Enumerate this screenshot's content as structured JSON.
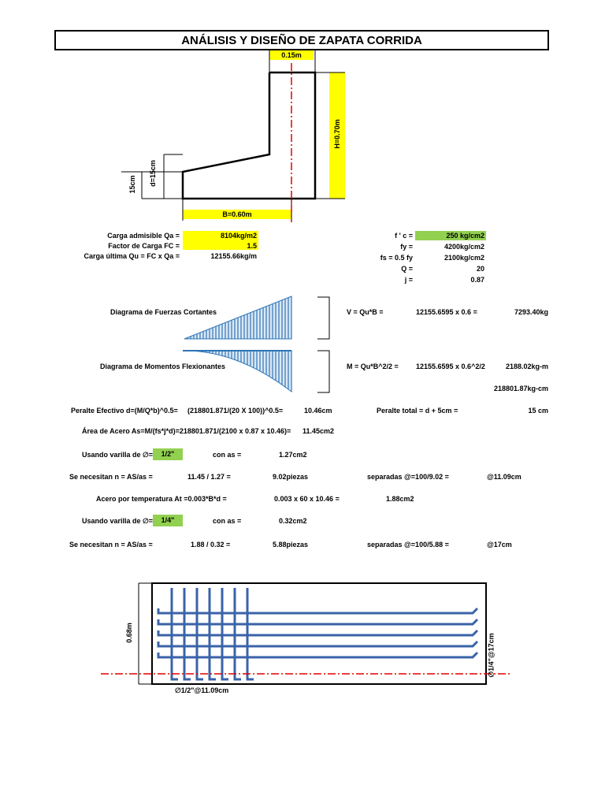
{
  "title": "ANÁLISIS Y DISEÑO DE ZAPATA CORRIDA",
  "section_view": {
    "wall_width": "0.15m",
    "height": "H=0.70m",
    "d_label": "d=15cm",
    "left_height": "15cm",
    "base": "B=0.60m"
  },
  "inputs_left": [
    {
      "label": "Carga admisible  Qa =",
      "value": "8104kg/m2"
    },
    {
      "label": "Factor de Carga FC =",
      "value": "1.5"
    },
    {
      "label": "Carga última Qu = FC x Qa =",
      "value": "12155.66kg/m"
    }
  ],
  "inputs_right": [
    {
      "label": "f ' c =",
      "value": "250 kg/cm2"
    },
    {
      "label": "fy =",
      "value": "4200kg/cm2"
    },
    {
      "label": "fs = 0.5 fy",
      "value": "2100kg/cm2"
    },
    {
      "label": "Q =",
      "value": "20"
    },
    {
      "label": "j =",
      "value": "0.87"
    }
  ],
  "shear": {
    "caption": "Diagrama de Fuerzas Cortantes",
    "formula": "V = Qu*B =",
    "expr": "12155.6595 x 0.6 =",
    "result": "7293.40kg"
  },
  "moment": {
    "caption": "Diagrama de Momentos Flexionantes",
    "formula": "M = Qu*B^2/2 =",
    "expr": "12155.6595 x 0.6^2/2",
    "result": "2188.02kg-m",
    "result2": "218801.87kg-cm"
  },
  "peralte": {
    "label": "Peralte Efectivo d=(M/Q*b)^0.5=",
    "expr": "(218801.871/(20 X 100))^0.5=",
    "value": "10.46cm",
    "total_label": "Peralte total = d + 5cm =",
    "total_value": "15 cm"
  },
  "area_acero": {
    "label": "Área de Acero As=M/(fs*j*d)=218801.871/(2100 x 0.87 x 10.46)=",
    "value": "11.45cm2"
  },
  "varilla1": {
    "label": "Usando varilla de ∅=",
    "size": "1/2\"",
    "area_label": "con as =",
    "area": "1.27cm2"
  },
  "necesitan1": {
    "label": "Se necesitan  n = AS/as =",
    "expr": "11.45 / 1.27 =",
    "value": "9.02piezas",
    "sep_label": "separadas @=100/9.02 =",
    "sep": "@11.09cm"
  },
  "temperatura": {
    "label": "Acero por temperatura At =0.003*B*d =",
    "expr": "0.003 x 60 x 10.46 =",
    "value": "1.88cm2"
  },
  "varilla2": {
    "label": "Usando varilla de ∅=",
    "size": "1/4\"",
    "area_label": "con as =",
    "area": "0.32cm2"
  },
  "necesitan2": {
    "label": "Se necesitan  n = AS/as =",
    "expr": "1.88 / 0.32 =",
    "value": "5.88piezas",
    "sep_label": "separadas @=100/5.88 =",
    "sep": "@17cm"
  },
  "rebar_drawing": {
    "height_label": "0.68m",
    "bottom_label": "∅1/2\"@11.09cm",
    "side_label": "∅1/4\"@17cm"
  },
  "colors": {
    "highlight_yellow": "#ffff00",
    "highlight_green": "#92d050",
    "axis_red": "#e00000",
    "diagram_blue": "#2e75b6",
    "rebar_blue": "#3a63a8"
  }
}
